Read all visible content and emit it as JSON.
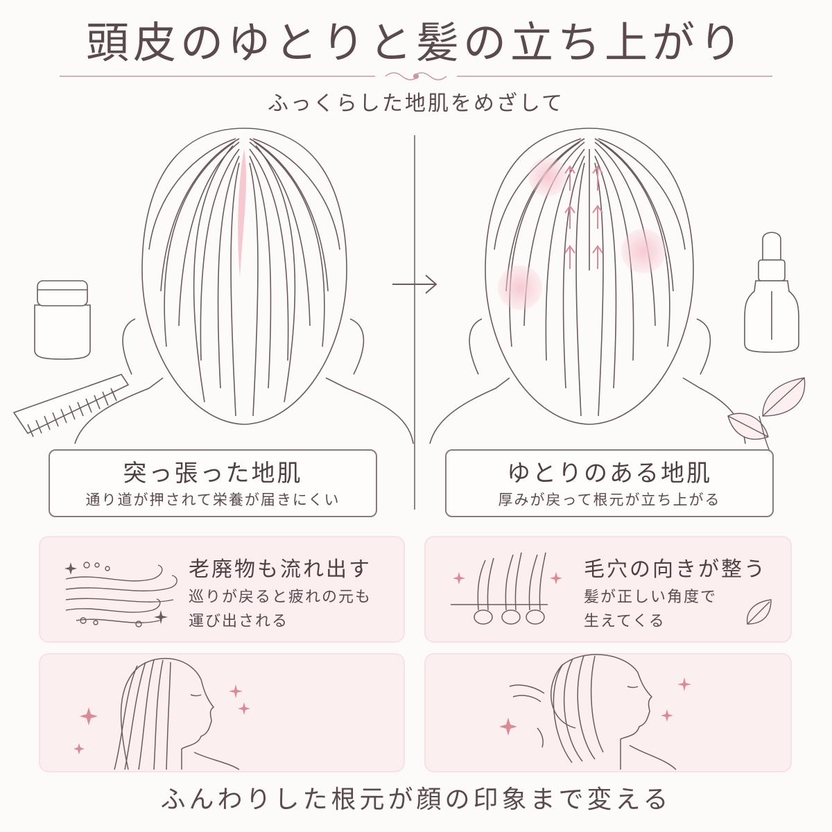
{
  "title": "頭皮のゆとりと髪の立ち上がり",
  "subtitle": "ふっくらした地肌をめざして",
  "left_panel": {
    "label": "突っ張った地肌",
    "description": "通り道が押されて栄養が届きにくい"
  },
  "right_panel": {
    "label": "ゆとりのある地肌",
    "description": "厚みが戻って根元が立ち上がる"
  },
  "cards": [
    {
      "heading": "老廃物も流れ出す",
      "body_line1": "巡りが戻ると疲れの元も",
      "body_line2": "運び出される"
    },
    {
      "heading": "毛穴の向きが整う",
      "body_line1": "髪が正しい角度で",
      "body_line2": "生えてくる"
    }
  ],
  "footer": "ふんわりした根元が顔の印象まで変える",
  "colors": {
    "accent_pink": "#f4c7cc",
    "line": "#6b5a5e",
    "card_bg": "#fbeff0",
    "text": "#5b4a4e"
  }
}
